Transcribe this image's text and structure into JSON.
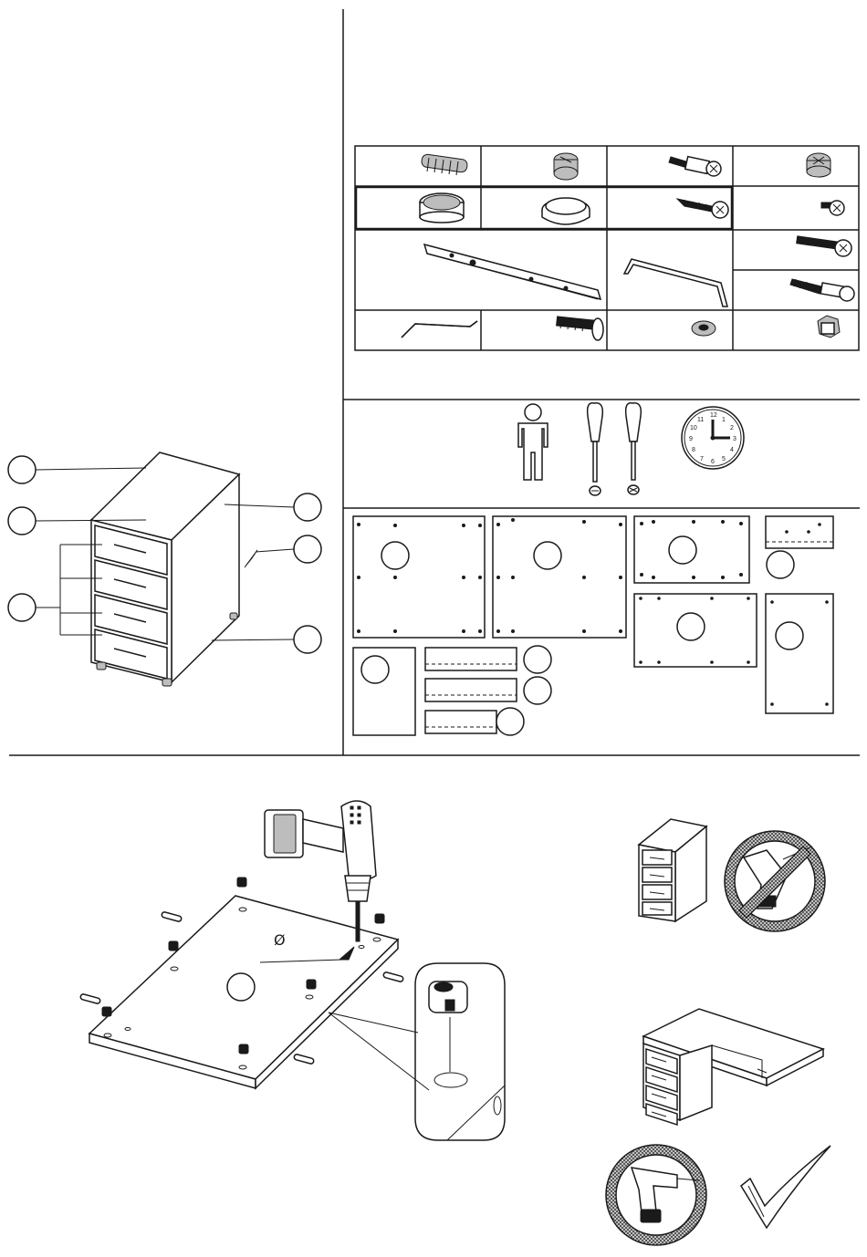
{
  "clock": {
    "numbers": [
      "12",
      "1",
      "2",
      "3",
      "4",
      "5",
      "6",
      "7",
      "8",
      "9",
      "10",
      "11"
    ],
    "hour_hand_points_to": 3,
    "minute_hand_points_to": 12
  },
  "icons": {
    "hardware": [
      "wooden-dowel-icon",
      "cam-lock-icon",
      "cam-bolt-icon",
      "cam-lock-icon",
      "plastic-foot-icon",
      "glide-cap-icon",
      "wood-screw-icon",
      "short-bolt-icon",
      "drawer-rail-icon",
      "drawer-handle-icon",
      "long-bolt-icon",
      "threaded-bolt-icon",
      "allen-key-icon",
      "handle-screw-icon",
      "washer-icon",
      "nut-icon"
    ],
    "tools": [
      "person-icon",
      "flathead-screwdriver-icon",
      "phillips-screwdriver-icon",
      "clock-icon"
    ],
    "warnings": [
      "no-power-drill-icon",
      "drill-allowed-icon",
      "check-mark-icon"
    ]
  },
  "diameter_symbol": "Ø"
}
